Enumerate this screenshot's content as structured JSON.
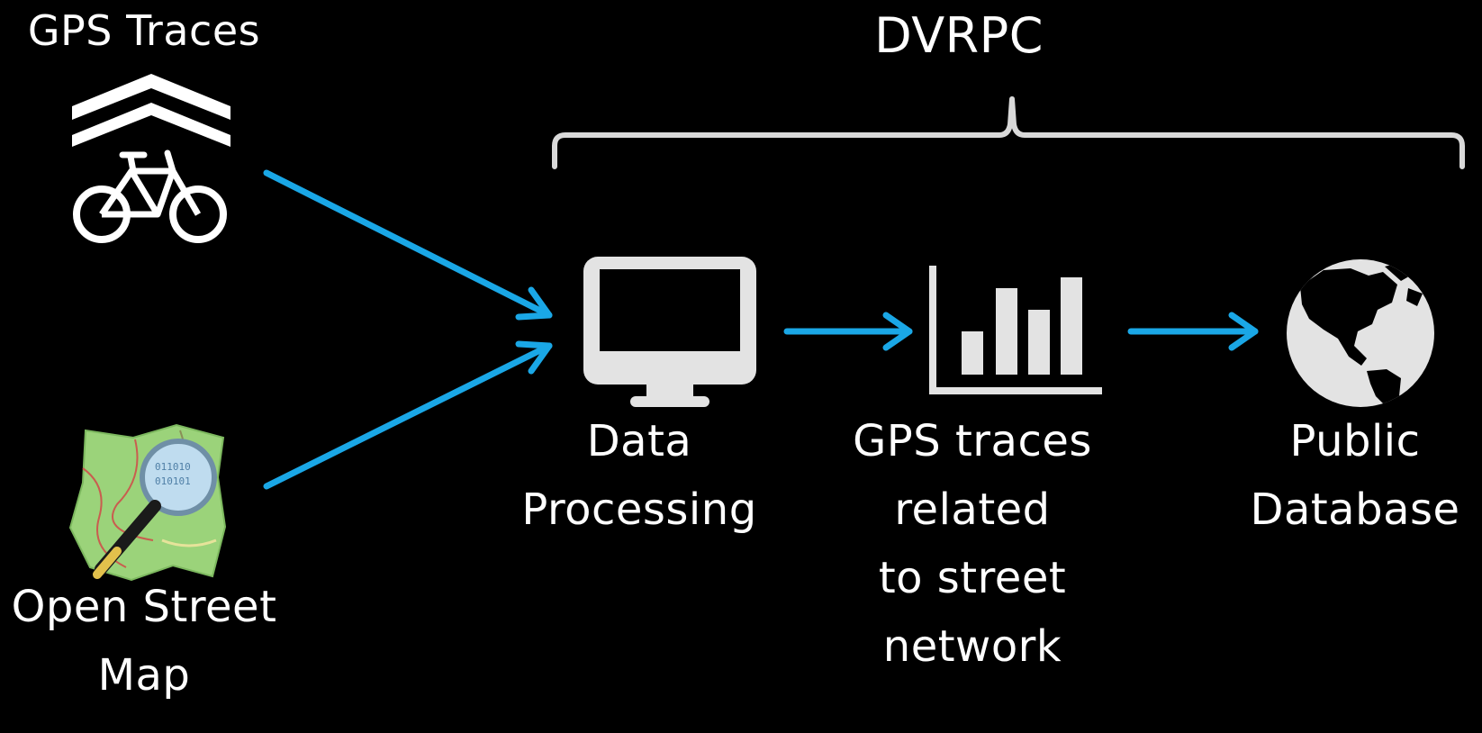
{
  "title": "DVRPC",
  "sources": {
    "gps": {
      "label": "GPS Traces",
      "icon": "bicycle-lane-icon"
    },
    "osm": {
      "label_lines": [
        "Open Street",
        "Map"
      ],
      "icon": "openstreetmap-logo-icon"
    }
  },
  "steps": [
    {
      "icon": "monitor-icon",
      "label_lines": [
        "Data",
        "Processing"
      ]
    },
    {
      "icon": "bar-chart-icon",
      "label_lines": [
        "GPS traces",
        "related",
        "to street",
        "network"
      ]
    },
    {
      "icon": "globe-icon",
      "label_lines": [
        "Public",
        "Database"
      ]
    }
  ],
  "colors": {
    "background": "#000000",
    "text": "#ffffff",
    "arrow": "#1aa7e6",
    "icon": "#e3e3e3",
    "brace": "#d9d9d9"
  }
}
